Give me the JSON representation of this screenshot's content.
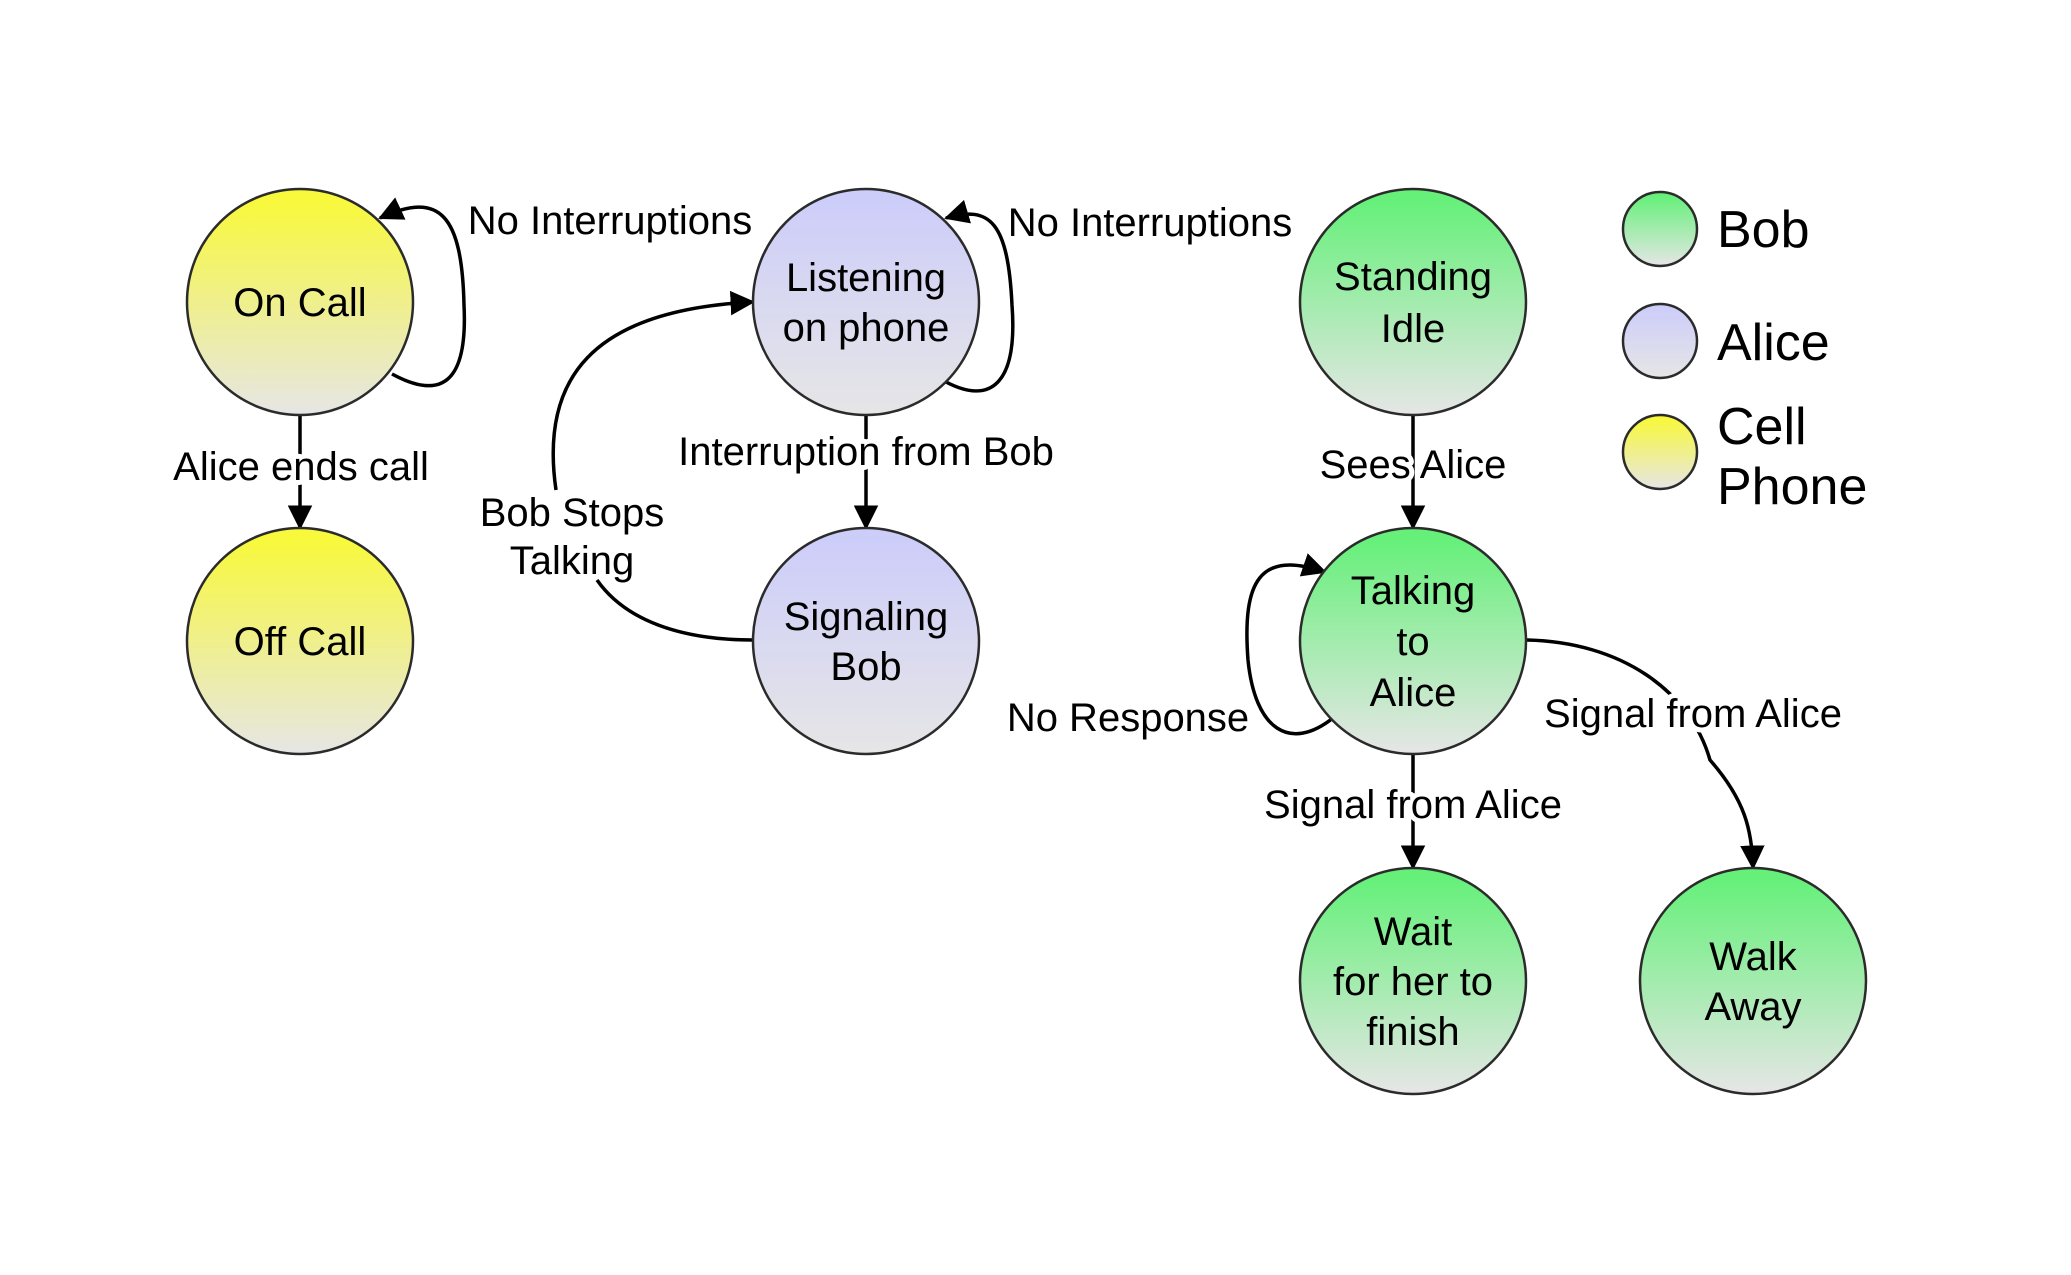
{
  "colors": {
    "bob": "#66f07a",
    "alice": "#cdcdfa",
    "cell_phone": "#f8f83c",
    "fade": "#e6e6e6",
    "stroke": "#2b2b2b"
  },
  "nodes": {
    "on_call": {
      "lines": [
        "On Call"
      ],
      "group": "cell_phone"
    },
    "off_call": {
      "lines": [
        "Off Call"
      ],
      "group": "cell_phone"
    },
    "listening_on_phone": {
      "lines": [
        "Listening",
        "on phone"
      ],
      "group": "alice"
    },
    "signaling_bob": {
      "lines": [
        "Signaling",
        "Bob"
      ],
      "group": "alice"
    },
    "standing_idle": {
      "lines": [
        "Standing",
        "Idle"
      ],
      "group": "bob"
    },
    "talking_to_alice": {
      "lines": [
        "Talking",
        "to",
        "Alice"
      ],
      "group": "bob"
    },
    "wait_for_her_to_finish": {
      "lines": [
        "Wait",
        "for her to",
        "finish"
      ],
      "group": "bob"
    },
    "walk_away": {
      "lines": [
        "Walk",
        "Away"
      ],
      "group": "bob"
    }
  },
  "edges": {
    "on_call_self": {
      "lines": [
        "No Interruptions"
      ]
    },
    "on_call_to_off_call": {
      "lines": [
        "Alice ends call"
      ]
    },
    "listening_self": {
      "lines": [
        "No Interruptions"
      ]
    },
    "listening_to_signaling": {
      "lines": [
        "Interruption from Bob"
      ]
    },
    "signaling_to_listening": {
      "lines": [
        "Bob Stops",
        "Talking"
      ]
    },
    "idle_to_talking": {
      "lines": [
        "Sees Alice"
      ]
    },
    "talking_self": {
      "lines": [
        "No Response"
      ]
    },
    "talking_to_wait": {
      "lines": [
        "Signal from Alice"
      ]
    },
    "talking_to_walk": {
      "lines": [
        "Signal from Alice"
      ]
    }
  },
  "legend": [
    {
      "key": "bob",
      "lines": [
        "Bob"
      ]
    },
    {
      "key": "alice",
      "lines": [
        "Alice"
      ]
    },
    {
      "key": "cell_phone",
      "lines": [
        "Cell",
        "Phone"
      ]
    }
  ]
}
